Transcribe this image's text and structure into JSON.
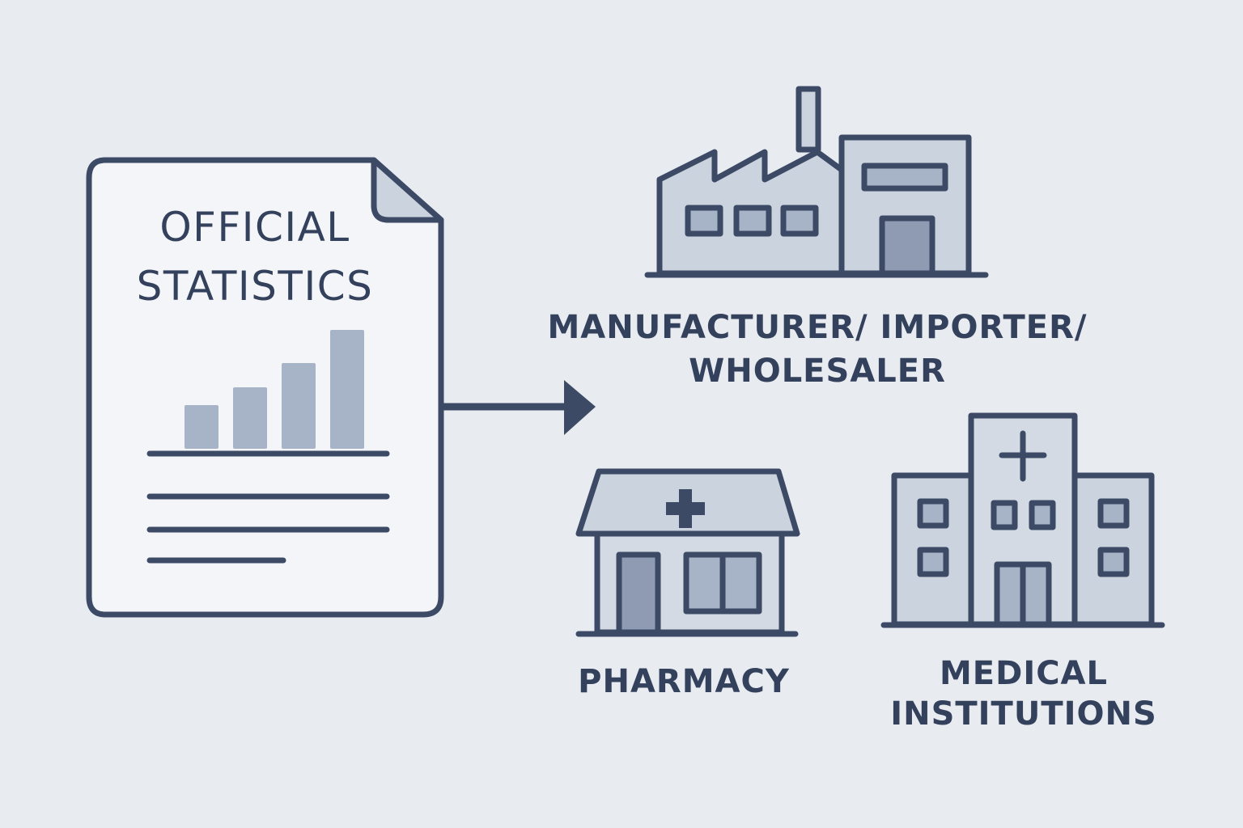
{
  "document": {
    "title_line1": "OFFICIAL",
    "title_line2": "STATISTICS",
    "bar_levels": [
      0.37,
      0.52,
      0.72,
      1.0
    ]
  },
  "entities": {
    "manufacturer": {
      "line1": "MANUFACTURER/ IMPORTER/",
      "line2": "WHOLESALER"
    },
    "pharmacy": {
      "label": "PHARMACY"
    },
    "medical": {
      "line1": "MEDICAL",
      "line2": "INSTITUTIONS"
    }
  },
  "colors": {
    "background": "#e8ebf0",
    "stroke": "#3c4a66",
    "fill_light": "#cbd3df",
    "fill_mid": "#a7b3c6",
    "fill_dark": "#8e9bb3"
  }
}
